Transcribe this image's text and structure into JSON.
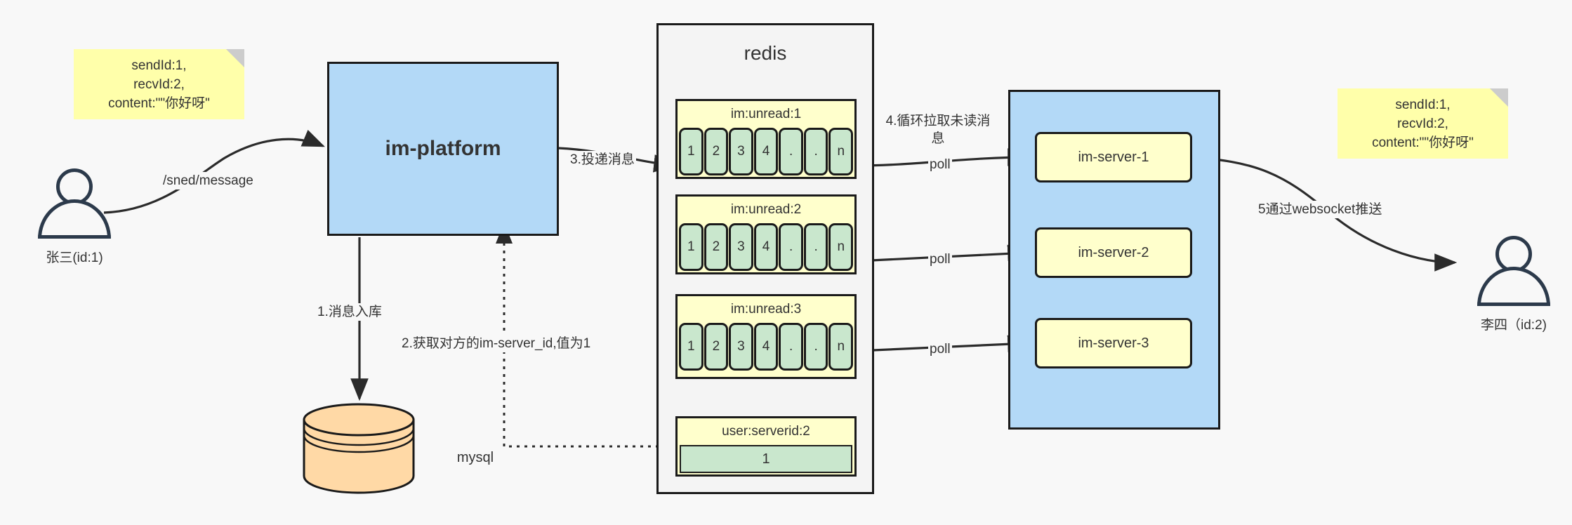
{
  "diagram": {
    "title": "IM message delivery architecture",
    "colors": {
      "background": "#f8f8f8",
      "note_fill": "#ffffaa",
      "note_fold": "#cccccc",
      "platform_fill": "#b3d9f7",
      "server_fill": "#ffffcc",
      "queue_cell_fill": "#c9e7cd",
      "redis_fill": "#f4f4f4",
      "mysql_fill": "#ffd9a6",
      "stroke": "#1a1a1a",
      "actor_stroke": "#2c3a4b",
      "text": "#333333"
    }
  },
  "notes": {
    "left": {
      "name": "message-payload-note-left",
      "text": "sendId:1,\nrecvId:2,\ncontent:\"\"你好呀\""
    },
    "right": {
      "name": "message-payload-note-right",
      "text": "sendId:1,\nrecvId:2,\ncontent:\"\"你好呀\""
    }
  },
  "actors": {
    "sender": {
      "label": "张三(id:1)",
      "icon": "user-icon"
    },
    "receiver": {
      "label": "李四（id:2)",
      "icon": "user-icon"
    }
  },
  "platform": {
    "label": "im-platform"
  },
  "database": {
    "label": "mysql",
    "icon": "database-cylinder-icon"
  },
  "redis": {
    "title": "redis",
    "queues": [
      {
        "key": "im:unread:1",
        "cells": [
          "1",
          "2",
          "3",
          "4",
          ".",
          ".",
          "n"
        ]
      },
      {
        "key": "im:unread:2",
        "cells": [
          "1",
          "2",
          "3",
          "4",
          ".",
          ".",
          "n"
        ]
      },
      {
        "key": "im:unread:3",
        "cells": [
          "1",
          "2",
          "3",
          "4",
          ".",
          ".",
          "n"
        ]
      }
    ],
    "kv": {
      "key": "user:serverid:2",
      "value": "1"
    }
  },
  "servers": {
    "items": [
      {
        "label": "im-server-1"
      },
      {
        "label": "im-server-2"
      },
      {
        "label": "im-server-3"
      }
    ]
  },
  "edge_labels": {
    "send_message": "/sned/message",
    "step1": "1.消息入库",
    "step2": "2.获取对方的im-server_id,值为1",
    "step3": "3.投递消息",
    "step4": "4.循环拉取未读消\n息",
    "step5": "5通过websocket推送",
    "poll1": "poll",
    "poll2": "poll",
    "poll3": "poll"
  }
}
